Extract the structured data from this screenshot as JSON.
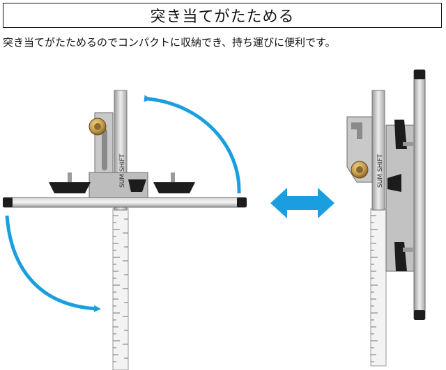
{
  "title": "突き当てがたためる",
  "description": "突き当てがたためるのでコンパクトに収納でき、持ち運びに便利です。",
  "product_label_left": "SUM SHIFT",
  "product_label_right": "SUM SHIFT",
  "colors": {
    "arrow": "#1b9ee0",
    "metal_light": "#e8e8e8",
    "metal_mid": "#b8b8b8",
    "metal_dark": "#6c6c6c",
    "knob": "#1c1c1c",
    "brass": "#c49a4c"
  },
  "icons": {
    "fold_arrow_upper": "curved-arrow-icon",
    "fold_arrow_lower": "curved-arrow-icon",
    "compare_arrow": "double-arrow-icon"
  }
}
